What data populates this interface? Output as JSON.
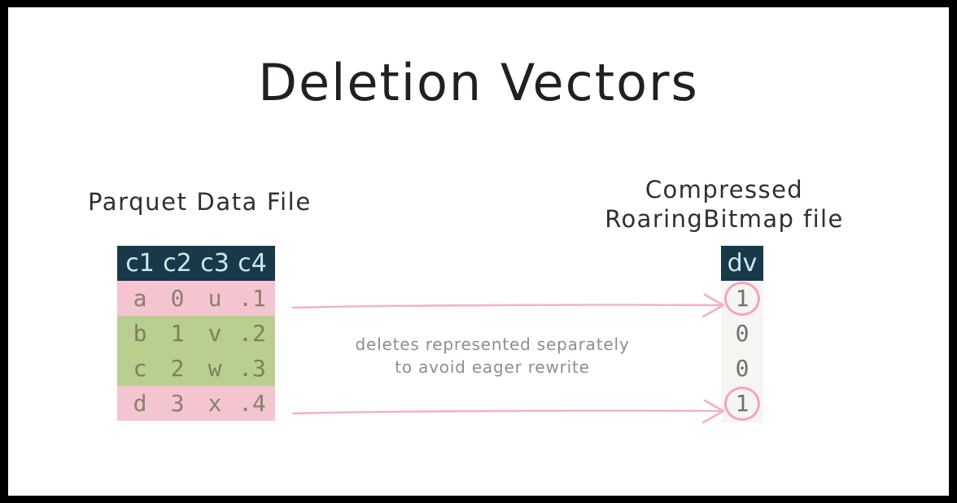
{
  "title": "Deletion Vectors",
  "labels": {
    "left": "Parquet Data File",
    "right_line1": "Compressed",
    "right_line2": "RoaringBitmap file"
  },
  "annotation": {
    "line1": "deletes represented separately",
    "line2": "to avoid eager rewrite"
  },
  "parquet_table": {
    "headers": [
      "c1",
      "c2",
      "c3",
      "c4"
    ],
    "rows": [
      {
        "cells": [
          "a",
          "0",
          "u",
          ".1"
        ],
        "fill": "pink"
      },
      {
        "cells": [
          "b",
          "1",
          "v",
          ".2"
        ],
        "fill": "green"
      },
      {
        "cells": [
          "c",
          "2",
          "w",
          ".3"
        ],
        "fill": "green"
      },
      {
        "cells": [
          "d",
          "3",
          "x",
          ".4"
        ],
        "fill": "pink"
      }
    ]
  },
  "dv_table": {
    "header": "dv",
    "values": [
      "1",
      "0",
      "0",
      "1"
    ],
    "circled": [
      true,
      false,
      false,
      true
    ]
  },
  "arrows": [
    {
      "name": "arrow-row-a-to-dv-1"
    },
    {
      "name": "arrow-row-d-to-dv-4"
    }
  ],
  "colors": {
    "header_bg": "#17394a",
    "header_text": "#cfe7ee",
    "row_pink": "#f4c5d1",
    "row_green": "#b8cf90",
    "dv_bg": "#f5f5f2",
    "accent_pink": "#f0a5c0",
    "annotation_gray": "#8d8d93",
    "frame_black": "#000000",
    "canvas_white": "#ffffff"
  }
}
